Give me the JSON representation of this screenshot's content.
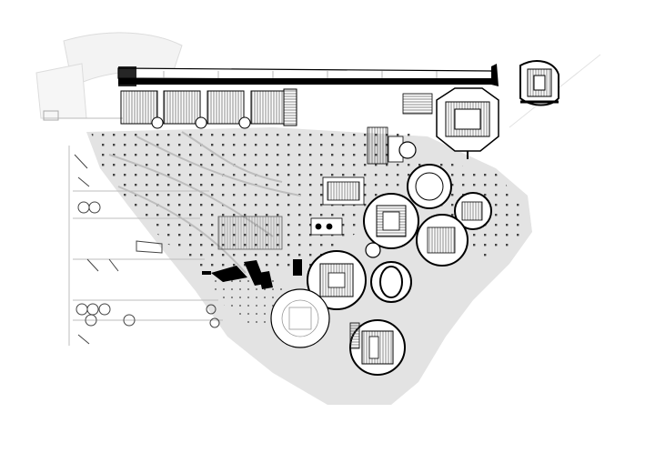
{
  "drawing": {
    "kind": "architectural site plan",
    "style": "black-and-white linework on white with grey ground tone",
    "colors": {
      "background": "#ffffff",
      "ground": "#e3e3e3",
      "ink": "#000000",
      "hatch": "#666666",
      "faint": "#d8d8d8"
    },
    "elements": {
      "circular_pavilions": 10,
      "rectangular_halls": 4,
      "arenas": 2
    }
  }
}
